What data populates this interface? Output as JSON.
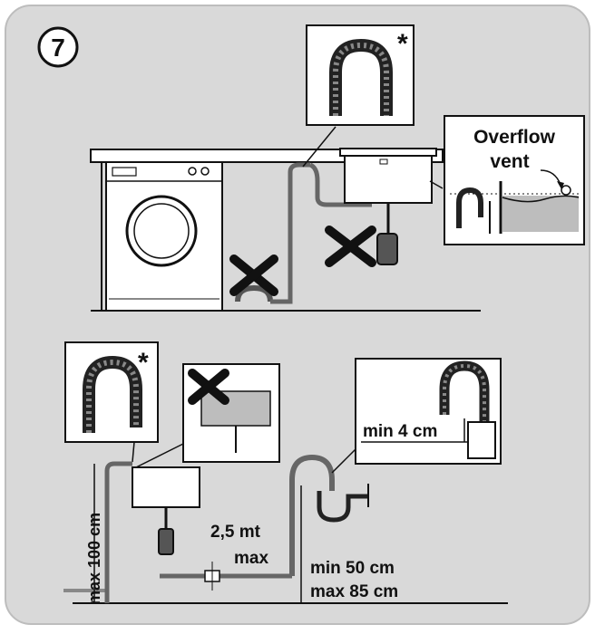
{
  "step": {
    "number": "7"
  },
  "top_scene": {
    "overflow_label_line1": "Overflow",
    "overflow_label_line2": "vent",
    "asterisk": "*"
  },
  "bottom_scene": {
    "asterisk": "*",
    "label_max_100": "max 100 cm",
    "label_distance_1": "2,5 mt",
    "label_distance_2": "max",
    "label_min_4": "min 4 cm",
    "label_min_50": "min 50 cm",
    "label_max_85": "max 85 cm"
  },
  "colors": {
    "panel_bg": "#d9d9d9",
    "line": "#222222",
    "cross": "#111111",
    "water": "#bdbdbd"
  },
  "icons": [
    "hose-hook-icon",
    "cross-mark-icon",
    "washing-machine-icon",
    "sink-icon",
    "overflow-vent-icon"
  ]
}
